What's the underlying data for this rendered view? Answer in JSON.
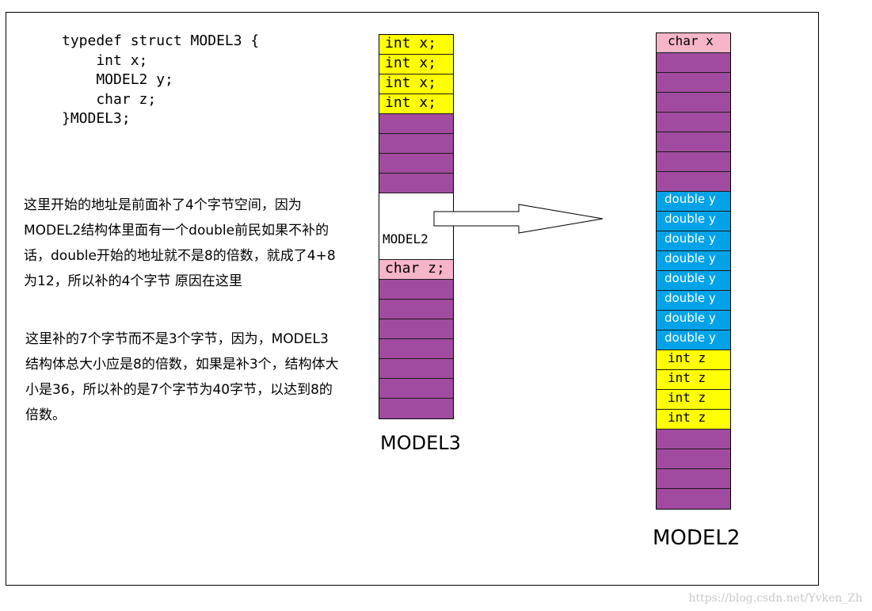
{
  "code": {
    "lines": [
      "typedef struct MODEL3 {",
      "    int x;",
      "    MODEL2 y;",
      "    char z;",
      "}MODEL3;"
    ]
  },
  "note1": {
    "lines": [
      "这里开始的地址是前面补了4个字节空间，因为",
      "MODEL2结构体里面有一个double前民如果不补的",
      "话，double开始的地址就不是8的倍数，就成了4+8",
      "为12，所以补的4个字节 原因在这里"
    ]
  },
  "note2": {
    "lines": [
      "这里补的7个字节而不是3个字节，因为，MODEL3",
      "结构体总大小应是8的倍数，如果是补3个，结构体大",
      "小是36，所以补的是7个字节为40字节，以达到8的",
      "倍数。"
    ]
  },
  "model3": {
    "caption": "MODEL3",
    "x_label": "int x;",
    "y_label": "MODEL2",
    "z_label": "char z;"
  },
  "model2": {
    "caption": "MODEL2",
    "x_label": "char x",
    "y_label": "double y",
    "z_label": "int z"
  },
  "colors": {
    "int": "#ffff00",
    "padding": "#a14ba0",
    "char": "#f6b5c8",
    "double": "#00a2e8",
    "nested": "#ffffff"
  },
  "watermark": "https://blog.csdn.net/Yvken_Zh"
}
